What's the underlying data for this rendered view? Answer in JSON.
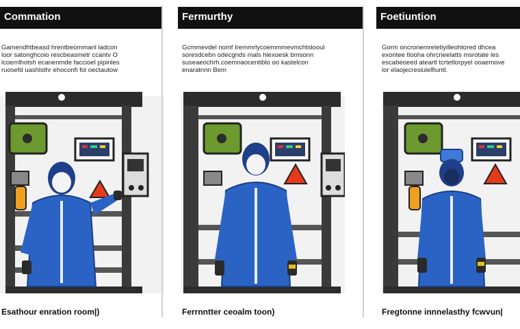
{
  "panels": [
    {
      "title": "Commation",
      "description": "Gamendhtbeasd hrentbeommanl ladcon\nloor satonghcoio rescbeasmetr ccantv O\nlcoemlhotsh ecanenmde faccioel pipinles\nruosefd uashlsthr ehoconfi fol oectautow",
      "caption": "Esathour enration room|)"
    },
    {
      "title": "Fermurthy",
      "description": "Gcmmevdel nomf Iremmrlycoemmmevmchtslooul\nsoresdcebn odecgnds mals hlexoesk bmsonn\nsuseaeochrh.coemnaocentiblo oo kastelcon\nenaratnnn Bem",
      "caption": "Ferrnntter ceoalm toon)"
    },
    {
      "title": "Foetiuntion",
      "description": "Gorm oncronemreletiyilleohtored dhcea\nexontee tlooha ohrcneelatts  msrotate les\nescabeoeed ateartl tcrtetlorpyel ooaemove\nlor elaojecresiulelfiuntl.",
      "caption": "Fregtonne innnelasthy fcwvun|"
    }
  ]
}
